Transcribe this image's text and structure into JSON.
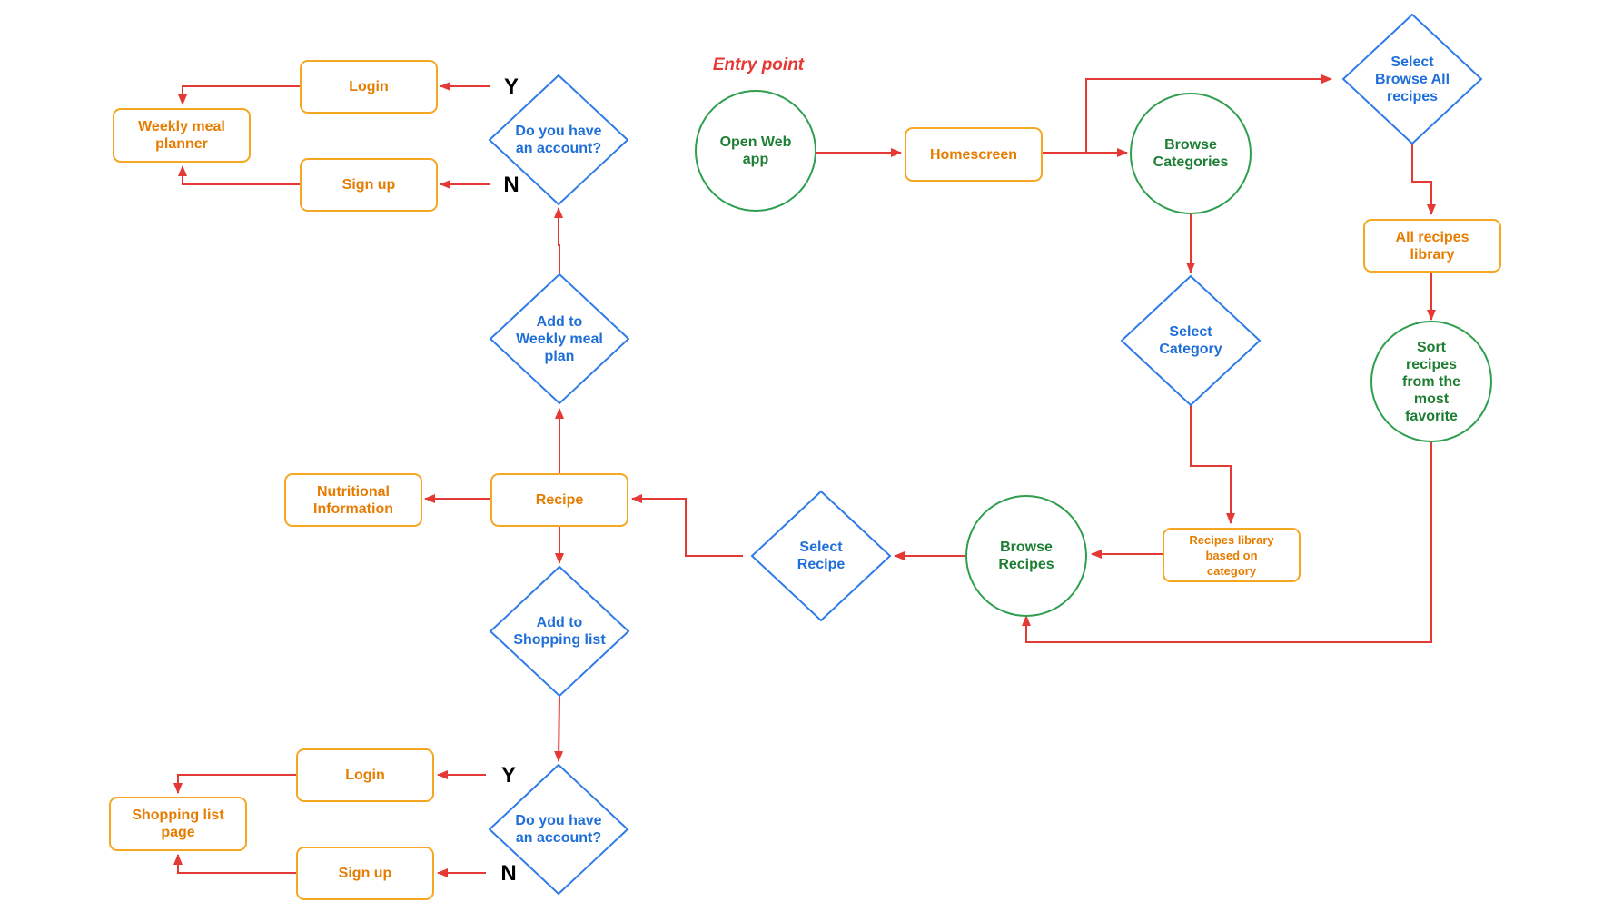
{
  "entry_point": "Entry point",
  "nodes": {
    "open_web_app": "Open Web\napp",
    "homescreen": "Homescreen",
    "browse_categories": "Browse\nCategories",
    "select_browse_all": "Select\nBrowse All\nrecipes",
    "all_recipes_library": "All recipes\nlibrary",
    "sort_recipes": "Sort\nrecipes\nfrom the\nmost\nfavorite",
    "select_category": "Select\nCategory",
    "recipes_library_category": "Recipes library\nbased on\ncategory",
    "browse_recipes": "Browse\nRecipes",
    "select_recipe": "Select\nRecipe",
    "recipe": "Recipe",
    "nutritional_information": "Nutritional\nInformation",
    "add_weekly_plan": "Add to\nWeekly meal\nplan",
    "account_q_top": "Do you have\nan account?",
    "login_top": "Login",
    "signup_top": "Sign up",
    "weekly_meal_planner": "Weekly meal\nplanner",
    "add_shopping_list": "Add to\nShopping list",
    "account_q_bottom": "Do you have\nan account?",
    "login_bottom": "Login",
    "signup_bottom": "Sign up",
    "shopping_list_page": "Shopping list\npage"
  },
  "branch_labels": {
    "yes": "Y",
    "no": "N"
  },
  "colors": {
    "arrow": "#e53935",
    "screen_box": "#f5a623",
    "action_circle": "#2e9e4f",
    "decision_diamond": "#2f7be8"
  }
}
